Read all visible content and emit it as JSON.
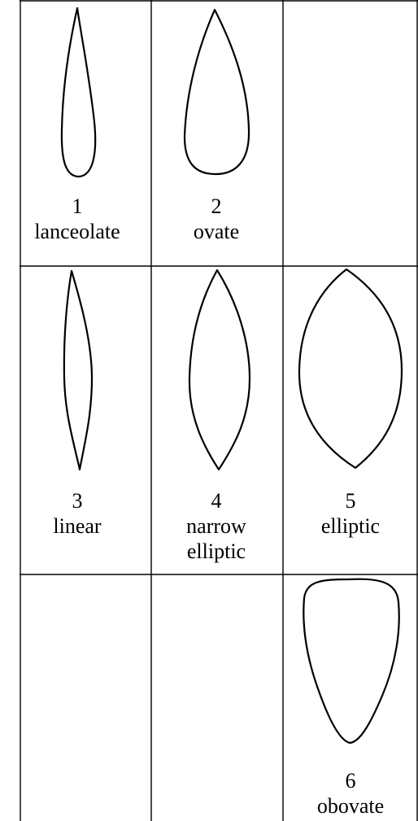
{
  "leaves": [
    {
      "number": "1",
      "name": "lanceolate"
    },
    {
      "number": "2",
      "name": "ovate"
    },
    {
      "number": "3",
      "name": "linear"
    },
    {
      "number": "4",
      "name": "narrow\nelliptic"
    },
    {
      "number": "5",
      "name": "elliptic"
    },
    {
      "number": "6",
      "name": "obovate"
    }
  ]
}
